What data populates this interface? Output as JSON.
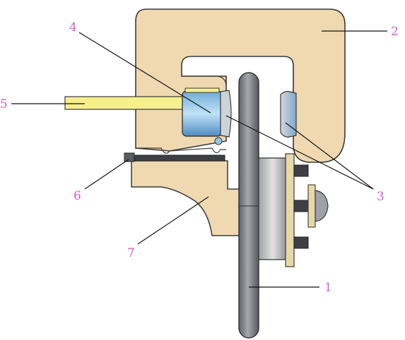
{
  "labels": {
    "l1": "1",
    "l2": "2",
    "l3": "3",
    "l4": "4",
    "l5": "5",
    "l6": "6",
    "l7": "7"
  },
  "colors": {
    "caliper_fill": "#f0d9b0",
    "caliper_stroke": "#3a3a3a",
    "pin_fill": "#f6ef8c",
    "piston_fill": "#8fc8ea",
    "disc_fill": "#8a8d92",
    "hub_fill": "#c9c9c9",
    "stud_fill": "#3d3f44",
    "pad_fill": "#f4e38a",
    "label_color": "#d35fd0"
  },
  "icons": {
    "caliper": "caliper-body",
    "disc": "brake-disc",
    "hub": "wheel-hub"
  }
}
